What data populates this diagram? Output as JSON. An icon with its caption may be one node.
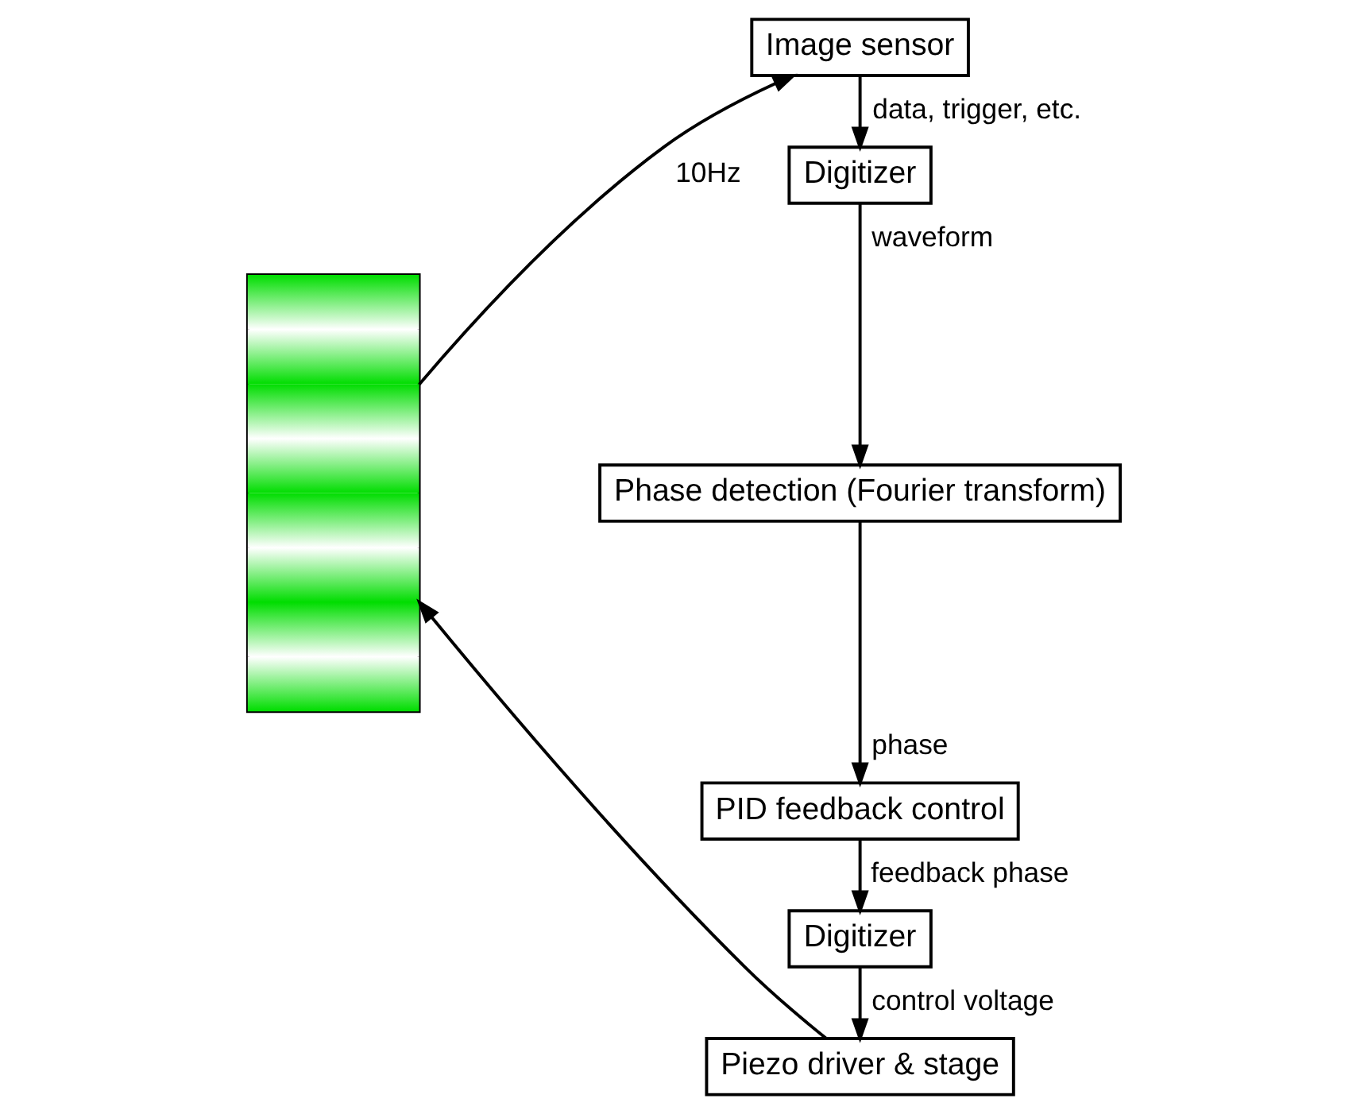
{
  "diagram": {
    "nodes": [
      {
        "text": [],
        "shape": "picture"
      },
      {
        "text": [
          "Image sensor"
        ]
      },
      {
        "text": [
          "Digitizer"
        ]
      },
      {
        "text": [
          "Phase detection (Fourier transform)"
        ]
      },
      {
        "text": [
          "PID feedback control"
        ]
      },
      {
        "text": [
          "Digitizer"
        ]
      },
      {
        "text": [
          "Piezo driver & stage"
        ]
      }
    ],
    "edges": [
      {
        "from": 0,
        "to": 1,
        "arrow": "to",
        "label": "10Hz"
      },
      {
        "from": 1,
        "to": 2,
        "arrow": "to",
        "label": "data, trigger, etc."
      },
      {
        "from": 2,
        "to": 3,
        "arrow": "to",
        "label": "waveform"
      },
      {
        "from": 3,
        "to": 4,
        "arrow": "to",
        "label": "phase"
      },
      {
        "from": 4,
        "to": 5,
        "arrow": "to",
        "label": "feedback phase"
      },
      {
        "from": 5,
        "to": 6,
        "arrow": "to",
        "label": "control voltage"
      },
      {
        "from": 6,
        "to": 0,
        "arrow": "to"
      }
    ]
  }
}
